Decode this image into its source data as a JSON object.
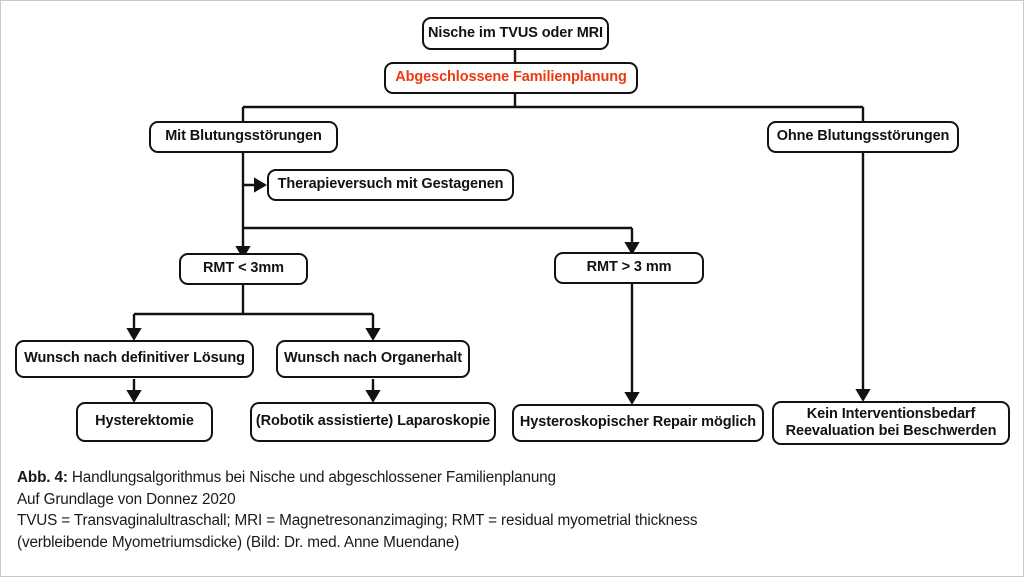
{
  "figure": {
    "type": "flowchart",
    "title_label": "Abb. 4:",
    "caption_line1": " Handlungsalgorithmus bei Nische und abgeschlossener Familienplanung",
    "caption_line2": "Auf Grundlage von Donnez 2020",
    "caption_line3": "TVUS = Transvaginalultraschall; MRI = Magnetresonanzimaging; RMT = residual myometrial thickness",
    "caption_line4": "(verbleibende Myometriumsdicke) (Bild: Dr. med. Anne Muendane)"
  },
  "colors": {
    "accent_red": "#ec3a12",
    "line_black": "#121212",
    "border_gray": "#c9c9c9",
    "background": "#ffffff"
  },
  "nodes": {
    "root": "Nische im TVUS oder MRI",
    "family_planning": "Abgeschlossene Familienplanung",
    "with_bleeding": "Mit Blutungsstörungen",
    "without_bleeding": "Ohne Blutungsstörungen",
    "gestagen_trial": "Therapieversuch mit Gestagenen",
    "rmt_lt": "RMT < 3mm",
    "rmt_gt": "RMT > 3 mm",
    "definitive": "Wunsch nach definitiver Lösung",
    "organ_preserve": "Wunsch nach Organerhalt",
    "hysterectomy": "Hysterektomie",
    "laparoscopy": "(Robotik assistierte) Laparoskopie",
    "hysteroscopic_repair": "Hysteroskopischer Repair möglich",
    "no_intervention": "Kein Interventionsbedarf\nReevaluation bei Beschwerden"
  }
}
